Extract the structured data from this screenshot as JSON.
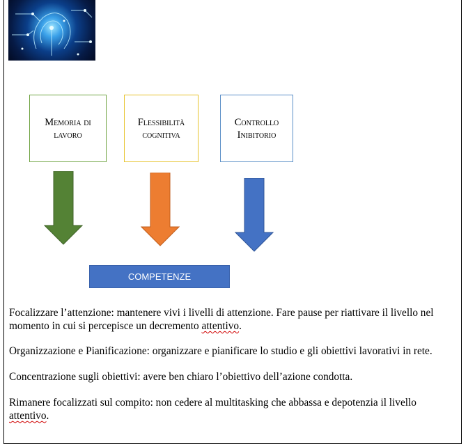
{
  "boxes": [
    {
      "line1": "Memoria di",
      "line2": "lavoro"
    },
    {
      "line1": "Flessibilità",
      "line2": "cognitiva"
    },
    {
      "line1": "Controllo",
      "line2": "Inibitorio"
    }
  ],
  "competenze_label": "COMPETENZE",
  "paragraphs": [
    {
      "text": "Focalizzare l’attenzione: mantenere vivi i livelli di attenzione. Fare pause per riattivare il livello nel momento in cui si percepisce un decremento ",
      "flag": "attentivo",
      "after": "."
    },
    {
      "text": "Organizzazione e Pianificazione: organizzare e pianificare lo studio e gli obiettivi lavorativi in rete.",
      "flag": "",
      "after": ""
    },
    {
      "text": "Concentrazione sugli obiettivi: avere ben chiaro l’obiettivo dell’azione condotta.",
      "flag": "",
      "after": ""
    },
    {
      "text": "Rimanere focalizzati sul compito: non cedere al multitasking che abbassa e depotenzia il livello ",
      "flag": "attentivo",
      "after": "."
    }
  ],
  "colors": {
    "arrow_green": "#548235",
    "arrow_orange": "#ed7d31",
    "arrow_blue": "#4472c4",
    "competenze_bg": "#4472c4"
  }
}
